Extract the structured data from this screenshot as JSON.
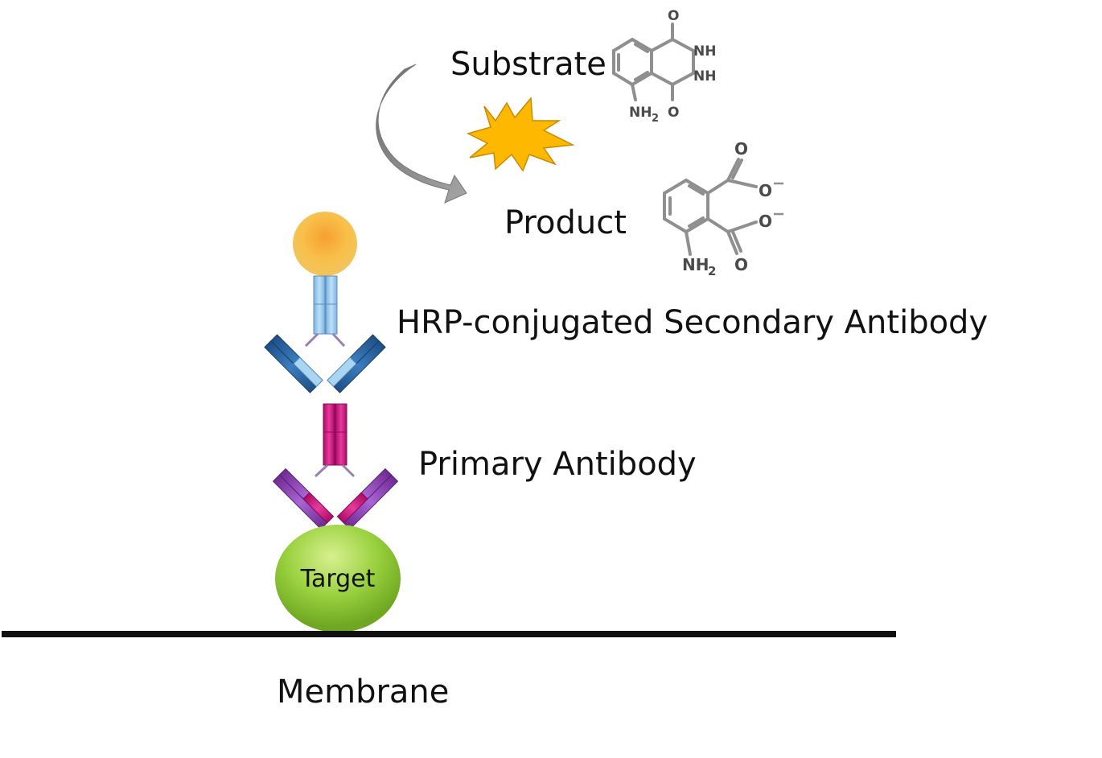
{
  "labels": {
    "substrate": "Substrate",
    "product": "Product",
    "secondary": "HRP-conjugated Secondary Antibody",
    "primary": "Primary Antibody",
    "target": "Target",
    "membrane": "Membrane"
  },
  "substrate_atoms": {
    "o_top": "O",
    "nh_1": "NH",
    "nh_2": "NH",
    "o_bottom": "O",
    "nh2": "NH",
    "nh2_sub": "2"
  },
  "product_atoms": {
    "o_top": "O",
    "o_minus_1": "O",
    "o_minus_2": "O",
    "o_bottom": "O",
    "nh2": "NH",
    "nh2_sub": "2"
  },
  "colors": {
    "hrp": "#f5b13c",
    "secondary_antibody": "#2f6fad",
    "primary_antibody": "#c8127e",
    "target": "#8bc83a",
    "arrow": "#8a8a8a",
    "flash": "#ffb800",
    "membrane": "#111111"
  }
}
